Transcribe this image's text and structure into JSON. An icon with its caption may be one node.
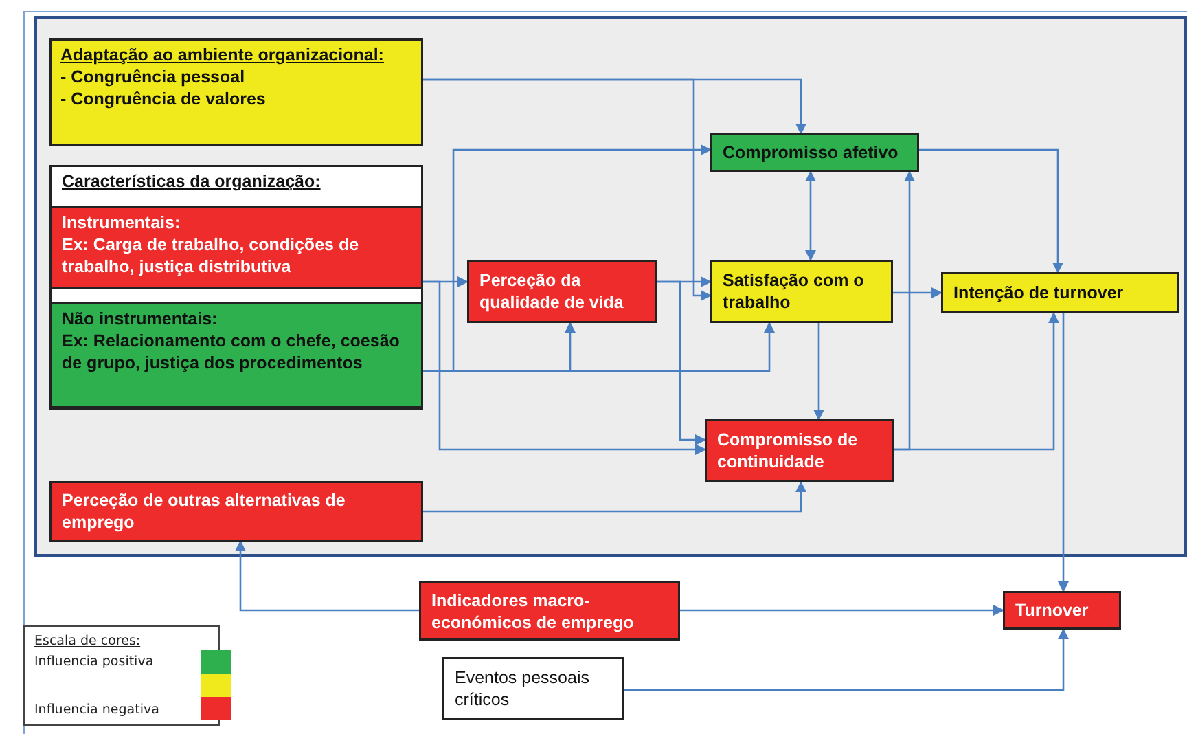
{
  "diagram": {
    "nodes": [
      {
        "text": [],
        "shape": "box"
      },
      {
        "text": [
          "Adaptação ao ambiente organizacional:",
          "- Congruência pessoal",
          "- Congruência de valores"
        ],
        "in": 0
      },
      {
        "text": [
          "Características da organização:"
        ],
        "in": 0
      },
      {
        "text": [
          "Instrumentais:",
          "Ex: Carga de trabalho, condições de trabalho, justiça distributiva"
        ],
        "in": 2
      },
      {
        "text": [
          "Não instrumentais:",
          "Ex: Relacionamento com o chefe, coesão de grupo, justiça dos procedimentos"
        ],
        "in": 2
      },
      {
        "text": [
          "Perceção da qualidade de vida"
        ],
        "in": 0
      },
      {
        "text": [
          "Compromisso afetivo"
        ],
        "in": 0
      },
      {
        "text": [
          "Satisfação com o trabalho"
        ],
        "in": 0
      },
      {
        "text": [
          "Intenção de turnover"
        ],
        "in": 0
      },
      {
        "text": [
          "Compromisso de continuidade"
        ],
        "in": 0
      },
      {
        "text": [
          "Perceção de outras alternativas de emprego"
        ],
        "in": 0
      },
      {
        "text": [
          "Indicadores macro-económicos de emprego"
        ]
      },
      {
        "text": [
          "Turnover"
        ]
      },
      {
        "text": [
          "Eventos pessoais críticos"
        ]
      }
    ],
    "edges": [
      {
        "from": 1,
        "to": 6,
        "arrow": "to"
      },
      {
        "from": 1,
        "to": 7,
        "arrow": "to"
      },
      {
        "from": 3,
        "to": 5,
        "arrow": "to"
      },
      {
        "from": 3,
        "to": 9,
        "arrow": "to"
      },
      {
        "from": 4,
        "to": 5,
        "arrow": "to"
      },
      {
        "from": 4,
        "to": 7,
        "arrow": "to"
      },
      {
        "from": 4,
        "to": 6,
        "arrow": "to"
      },
      {
        "from": 5,
        "to": 7,
        "arrow": "to"
      },
      {
        "from": 5,
        "to": 9,
        "arrow": "to"
      },
      {
        "from": 7,
        "to": 6,
        "arrow": "both"
      },
      {
        "from": 7,
        "to": 8,
        "arrow": "to"
      },
      {
        "from": 7,
        "to": 9,
        "arrow": "to"
      },
      {
        "from": 6,
        "to": 8,
        "arrow": "to"
      },
      {
        "from": 9,
        "to": 6,
        "arrow": "to"
      },
      {
        "from": 9,
        "to": 8,
        "arrow": "to"
      },
      {
        "from": 8,
        "to": 12,
        "arrow": "to"
      },
      {
        "from": 10,
        "to": 9,
        "arrow": "to"
      },
      {
        "from": 11,
        "to": 10,
        "arrow": "to"
      },
      {
        "from": 11,
        "to": 12,
        "arrow": "to"
      },
      {
        "from": 13,
        "to": 12,
        "arrow": "to"
      }
    ],
    "labels": [
      "Escala de cores:"
    ],
    "legend": [
      {
        "text": "Influencia positiva",
        "color": "#2eb04f"
      },
      {
        "text": "Influencia negativa",
        "color": "#ee2c2c"
      }
    ]
  }
}
